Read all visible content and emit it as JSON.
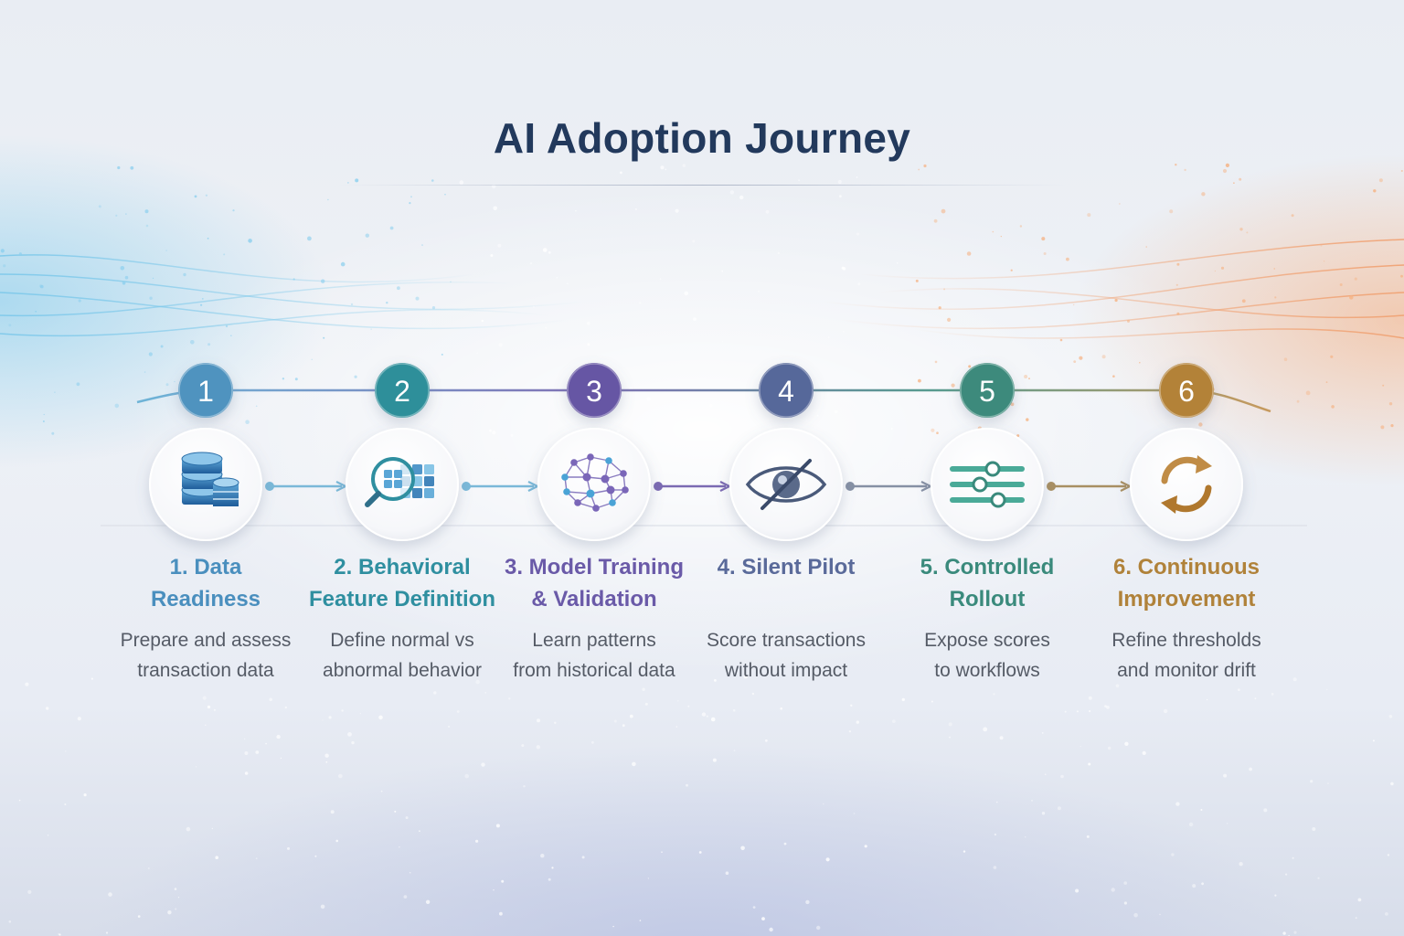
{
  "title": "AI Adoption Journey",
  "colors": {
    "title": "#22395c",
    "step1": "#4a8fbe",
    "step2": "#2f8fa0",
    "step3": "#6a5aa8",
    "step4": "#5a6a9a",
    "step5": "#3a8a7c",
    "step6": "#b0823a"
  },
  "steps": [
    {
      "number": "1",
      "icon": "database-icon",
      "title_lines": [
        "1. Data",
        "Readiness"
      ],
      "desc_lines": [
        "Prepare and assess",
        "transaction data"
      ]
    },
    {
      "number": "2",
      "icon": "magnifier-grid-icon",
      "title_lines": [
        "2. Behavioral",
        "Feature Definition"
      ],
      "desc_lines": [
        "Define normal vs",
        "abnormal behavior"
      ]
    },
    {
      "number": "3",
      "icon": "neural-network-icon",
      "title_lines": [
        "3. Model Training",
        "& Validation"
      ],
      "desc_lines": [
        "Learn patterns",
        "from historical data"
      ]
    },
    {
      "number": "4",
      "icon": "eye-slash-icon",
      "title_lines": [
        "4. Silent Pilot"
      ],
      "desc_lines": [
        "Score transactions",
        "without impact"
      ]
    },
    {
      "number": "5",
      "icon": "sliders-icon",
      "title_lines": [
        "5. Controlled",
        "Rollout"
      ],
      "desc_lines": [
        "Expose scores",
        "to workflows"
      ]
    },
    {
      "number": "6",
      "icon": "refresh-cycle-icon",
      "title_lines": [
        "6. Continuous",
        "Improvement"
      ],
      "desc_lines": [
        "Refine thresholds",
        "and monitor drift"
      ]
    }
  ]
}
